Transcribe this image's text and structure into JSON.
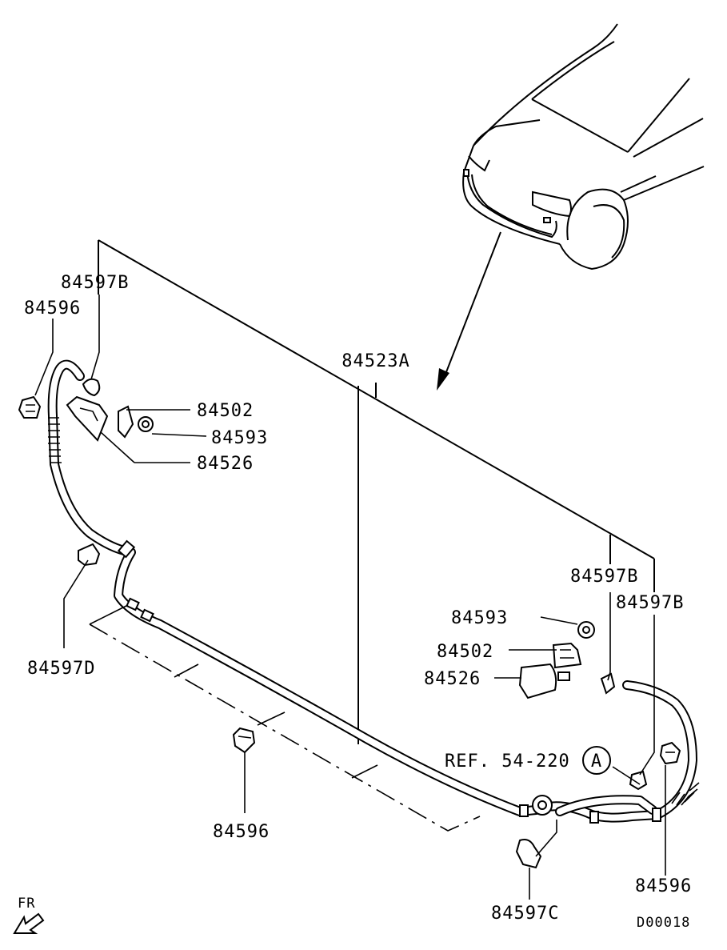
{
  "diagram": {
    "assembly_label": "84523A",
    "drawing_code": "D00018",
    "direction_label": "FR",
    "reference_label": "REF. 54-220",
    "reference_marker": "A",
    "callouts": {
      "clip_b_upper_left": "84597B",
      "clamp_upper_left": "84596",
      "bracket_left": "84502",
      "nut_left": "84593",
      "nozzle_left": "84526",
      "clip_d": "84597D",
      "clamp_center": "84596",
      "clip_b_right_1": "84597B",
      "clip_b_right_2": "84597B",
      "nut_right": "84593",
      "bracket_right": "84502",
      "nozzle_right": "84526",
      "clip_c": "84597C",
      "clamp_right": "84596"
    }
  }
}
